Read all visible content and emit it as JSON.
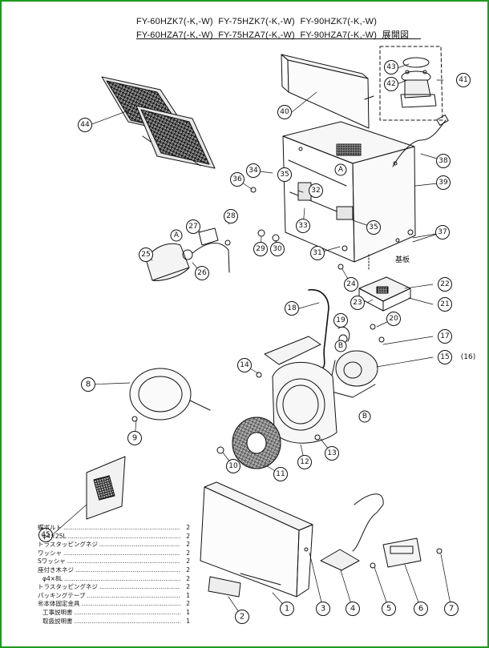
{
  "header": {
    "line1": [
      "FY-60HZK7(-K,-W)",
      "FY-75HZK7(-K,-W)",
      "FY-90HZK7(-K,-W)"
    ],
    "line2": [
      "FY-60HZA7(-K,-W)",
      "FY-75HZA7(-K,-W)",
      "FY-90HZA7(-K,-W)"
    ],
    "title": "展開図"
  },
  "callouts": [
    "1",
    "2",
    "3",
    "4",
    "5",
    "6",
    "7",
    "8",
    "9",
    "10",
    "11",
    "12",
    "13",
    "14",
    "15",
    "(16)",
    "17",
    "18",
    "19",
    "20",
    "21",
    "22",
    "23",
    "24",
    "25",
    "26",
    "27",
    "28",
    "29",
    "30",
    "31",
    "32",
    "33",
    "34",
    "35",
    "35",
    "36",
    "37",
    "38",
    "39",
    "40",
    "41",
    "42",
    "43",
    "44",
    "45"
  ],
  "markers": [
    "A",
    "A",
    "B",
    "B"
  ],
  "label_kiban": "基板",
  "parts_list": [
    {
      "name": "蝶ボルト",
      "qty": "2"
    },
    {
      "name": "φ4×25L",
      "qty": "2"
    },
    {
      "name": "トラスタッピングネジ",
      "qty": "2"
    },
    {
      "name": "ワッシャ",
      "qty": "2"
    },
    {
      "name": "Sワッシャ",
      "qty": "2"
    },
    {
      "name": "座付き木ネジ",
      "qty": "2"
    },
    {
      "name": "φ4×8L",
      "qty": "2"
    },
    {
      "name": "トラスタッピングネジ",
      "qty": "2"
    },
    {
      "name": "パッキングテープ",
      "qty": "1"
    },
    {
      "name": "㊗本体固定金具",
      "qty": "2"
    },
    {
      "name": "工事説明書",
      "qty": "1"
    },
    {
      "name": "取扱説明書",
      "qty": "1"
    }
  ],
  "colors": {
    "frame": "#1e9a1e",
    "ink": "#111111",
    "paper": "#ffffff"
  }
}
